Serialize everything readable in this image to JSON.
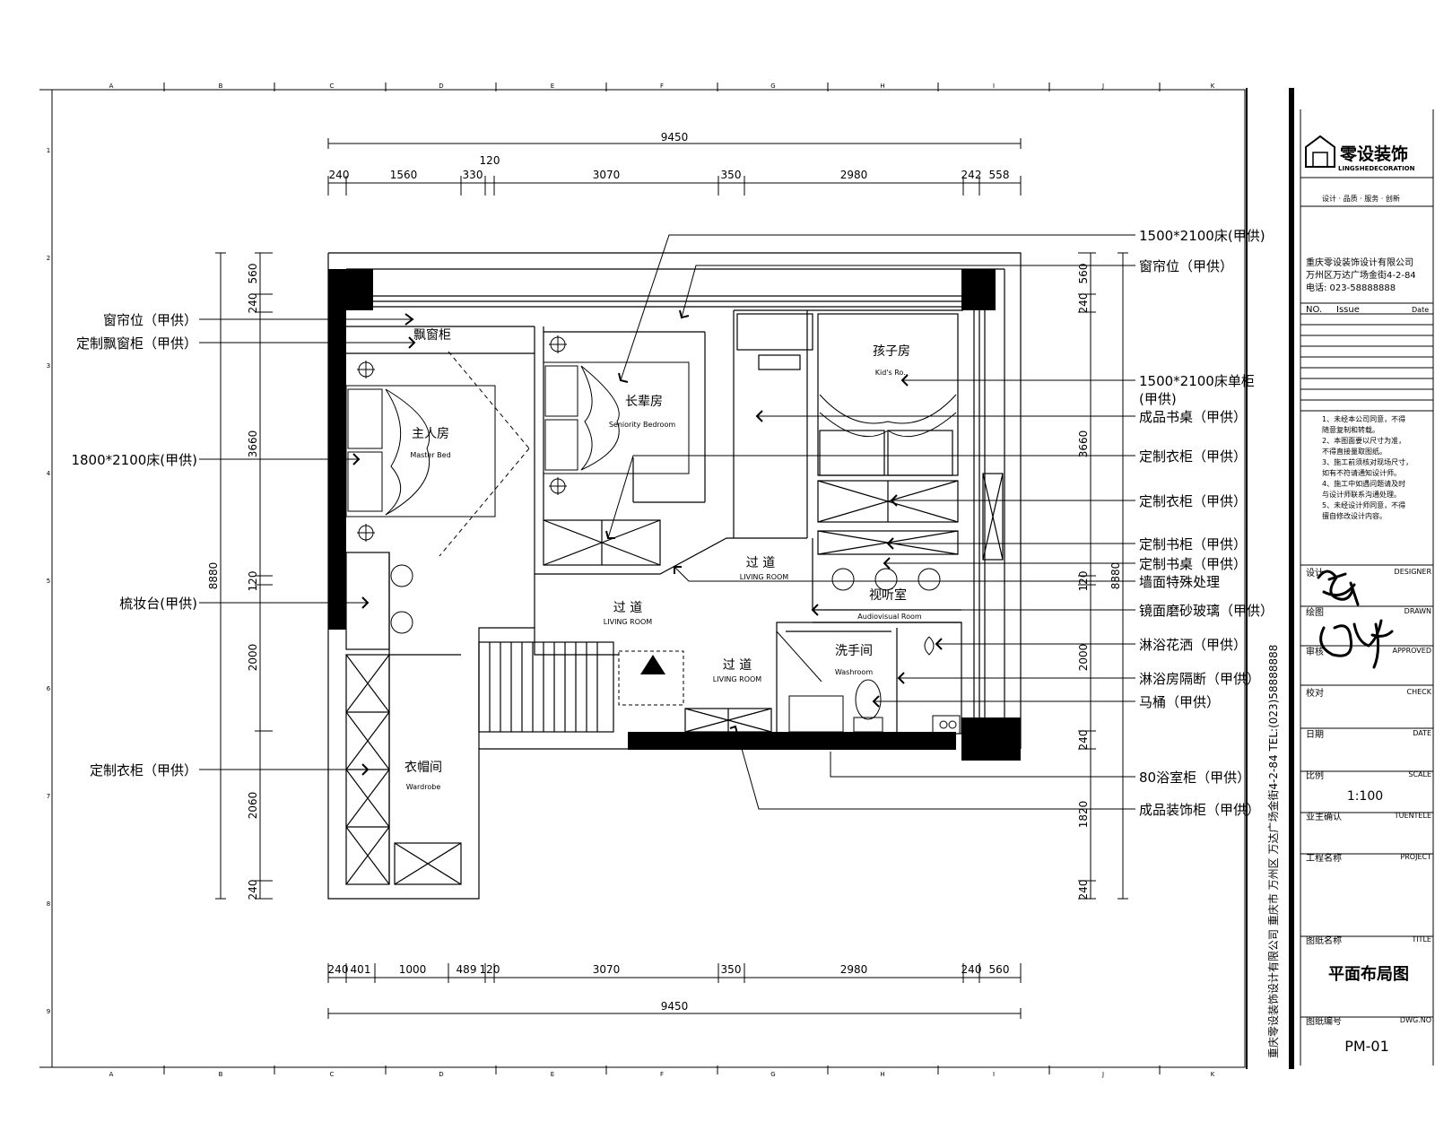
{
  "drawing": {
    "dims_top_total": "9450",
    "dims_top_120": "120",
    "dims_top": [
      "240",
      "1560",
      "330",
      "3070",
      "350",
      "2980",
      "242",
      "558"
    ],
    "dims_bottom": [
      "240",
      "401",
      "1000",
      "489",
      "120",
      "3070",
      "350",
      "2980",
      "240",
      "560"
    ],
    "dims_bottom_total": "9450",
    "dims_left": [
      "560",
      "240",
      "3660",
      "120",
      "2000",
      "2060",
      "240"
    ],
    "dims_left_total": "8880",
    "dims_right": [
      "560",
      "240",
      "3660",
      "120",
      "2000",
      "240",
      "1820",
      "240"
    ],
    "dims_right_total": "8880",
    "grid_cols": [
      "A",
      "B",
      "C",
      "D",
      "E",
      "F",
      "G",
      "H",
      "I",
      "J",
      "K"
    ],
    "grid_rows": [
      "1",
      "2",
      "3",
      "4",
      "5",
      "6",
      "7",
      "8",
      "9"
    ]
  },
  "rooms": {
    "master": "主人房",
    "master_en": "Master Bed",
    "elder": "长辈房",
    "elder_en": "Seniority Bedroom",
    "kid": "孩子房",
    "kid_en": "Kid's Ro..",
    "bay": "飘窗柜",
    "av": "视听室",
    "av_en": "Audiovisual Room",
    "wash": "洗手间",
    "wash_en": "Washroom",
    "wardrobe": "衣帽间",
    "wardrobe_en": "Wardrobe",
    "corridor": "过 道",
    "corridor_en": "LIVING ROOM"
  },
  "labels_left": [
    "窗帘位（甲供）",
    "定制飘窗柜（甲供）",
    "1800*2100床(甲供)",
    "梳妆台(甲供)",
    "定制衣柜（甲供）"
  ],
  "labels_right": [
    "1500*2100床(甲供)",
    "窗帘位（甲供）",
    "1500*2100床单柜",
    "(甲供)",
    "成品书桌（甲供）",
    "定制衣柜（甲供）",
    "定制衣柜（甲供）",
    "定制书柜（甲供）",
    "定制书桌（甲供）",
    "墙面特殊处理",
    "镜面磨砂玻璃（甲供）",
    "淋浴花洒（甲供）",
    "淋浴房隔断（甲供）",
    "马桶（甲供）",
    "80浴室柜（甲供）",
    "成品装饰柜（甲供）"
  ],
  "title_block": {
    "company_logo_text": "零设装饰",
    "company_logo_en": "LINGSHEDECORATION",
    "company_slogan": "设计 · 品质 · 服务 · 创新",
    "company_name": "重庆零设装饰设计有限公司",
    "address": "万州区万达广场金街4-2-84",
    "phone": "电话: 023-58888888",
    "issue_no": "NO.",
    "issue": "Issue",
    "issue_date": "Date",
    "notes": [
      "1、未经本公司同意，不得",
      "随意复制和转载。",
      "2、本图面要以尺寸为准，",
      "不得直接量取图纸。",
      "3、施工前须核对现场尺寸，",
      "如有不符请通知设计师。",
      "4、施工中如遇问题请及时",
      "与设计师联系沟通处理。",
      "5、未经设计师同意，不得",
      "擅自修改设计内容。"
    ],
    "vertical_text": "重庆零设装饰设计有限公司   重庆市 万州区 万达广场金街4-2-84   TEL:(023)58888888",
    "designer_cn": "设计",
    "designer_en": "DESIGNER",
    "drawn_cn": "绘图",
    "drawn_en": "DRAWN",
    "approved_cn": "审核",
    "approved_en": "APPROVED",
    "check_cn": "校对",
    "check_en": "CHECK",
    "date_cn": "日期",
    "date_en": "DATE",
    "scale_cn": "比例",
    "scale_en": "SCALE",
    "scale": "1:100",
    "client_cn": "业主确认",
    "client_en": "TUENTELE",
    "project_cn": "工程名称",
    "project_en": "PROJECT",
    "title_cn": "图纸名称",
    "title_en": "TITLE",
    "title": "平面布局图",
    "dwgno_cn": "图纸编号",
    "dwgno_en": "DWG.NO",
    "dwg_no": "PM-01"
  }
}
